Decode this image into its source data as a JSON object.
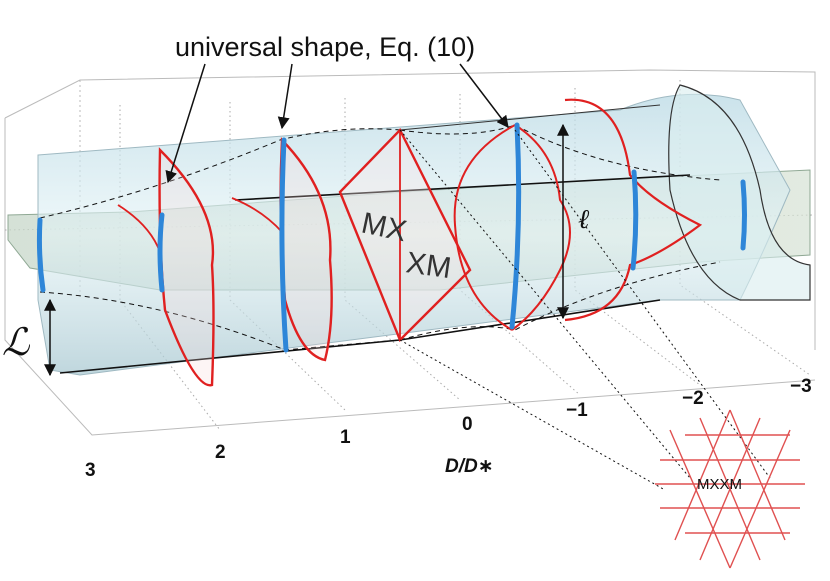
{
  "annotation": "universal shape, Eq. (10)",
  "axis": {
    "title": "D/D∗",
    "ticks": [
      "3",
      "2",
      "1",
      "0",
      "−1",
      "−2",
      "−3"
    ]
  },
  "symbols": {
    "big_l": "ℒ",
    "small_l": "ℓ"
  },
  "center_labels": {
    "left": "MX",
    "right": "XM"
  },
  "inset_label": "MXXM",
  "colors": {
    "surface": "#cfe7ee",
    "surface_edge": "#9fb9c2",
    "red_curve": "#e02020",
    "blue_band": "#2e86d8",
    "inset_lines": "#e05050"
  }
}
